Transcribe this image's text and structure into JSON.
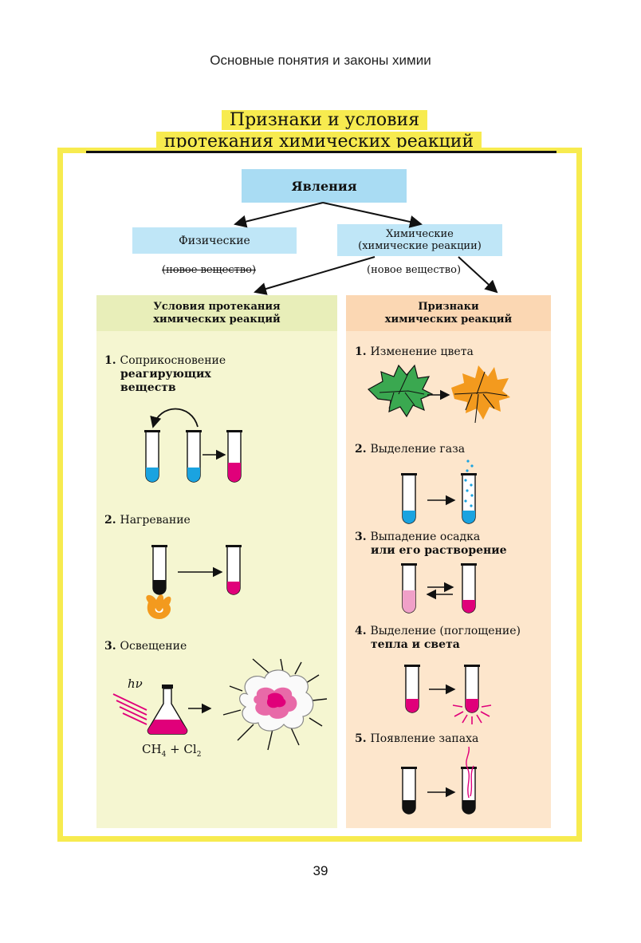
{
  "running_head": "Основные понятия и законы химии",
  "title": {
    "line1": "Признаки и условия",
    "line2": "протекания химических реакций"
  },
  "diagram": {
    "root": "Явления",
    "physical": "Физические",
    "chemical_line1": "Химические",
    "chemical_line2": "(химические реакции)",
    "physical_note": "(новое вещество)",
    "chemical_note": "(новое вещество)"
  },
  "conditions": {
    "header_line1": "Условия протекания",
    "header_line2": "химических реакций",
    "items": [
      {
        "num": "1.",
        "lines": [
          "Соприкосновение",
          "реагирующих",
          "веществ"
        ]
      },
      {
        "num": "2.",
        "lines": [
          "Нагревание"
        ]
      },
      {
        "num": "3.",
        "lines": [
          "Освещение"
        ]
      }
    ],
    "light_symbol": "hν",
    "formula_a": "CH",
    "formula_a_sub": "4",
    "formula_plus": " + Cl",
    "formula_b_sub": "2"
  },
  "signs": {
    "header_line1": "Признаки",
    "header_line2": "химических реакций",
    "items": [
      {
        "num": "1.",
        "lines": [
          "Изменение цвета"
        ]
      },
      {
        "num": "2.",
        "lines": [
          "Выделение газа"
        ]
      },
      {
        "num": "3.",
        "lines": [
          "Выпадение осадка",
          "или его растворение"
        ]
      },
      {
        "num": "4.",
        "lines": [
          "Выделение (поглощение)",
          "тепла и света"
        ]
      },
      {
        "num": "5.",
        "lines": [
          "Появление запаха"
        ]
      }
    ]
  },
  "page_number": "39",
  "colors": {
    "yellow": "#f7eb4f",
    "blue_box": "#a9dcf3",
    "liquid_blue": "#1aa3e0",
    "liquid_magenta": "#e0007a",
    "orange": "#f39a1e",
    "green_leaf": "#3aa850"
  }
}
